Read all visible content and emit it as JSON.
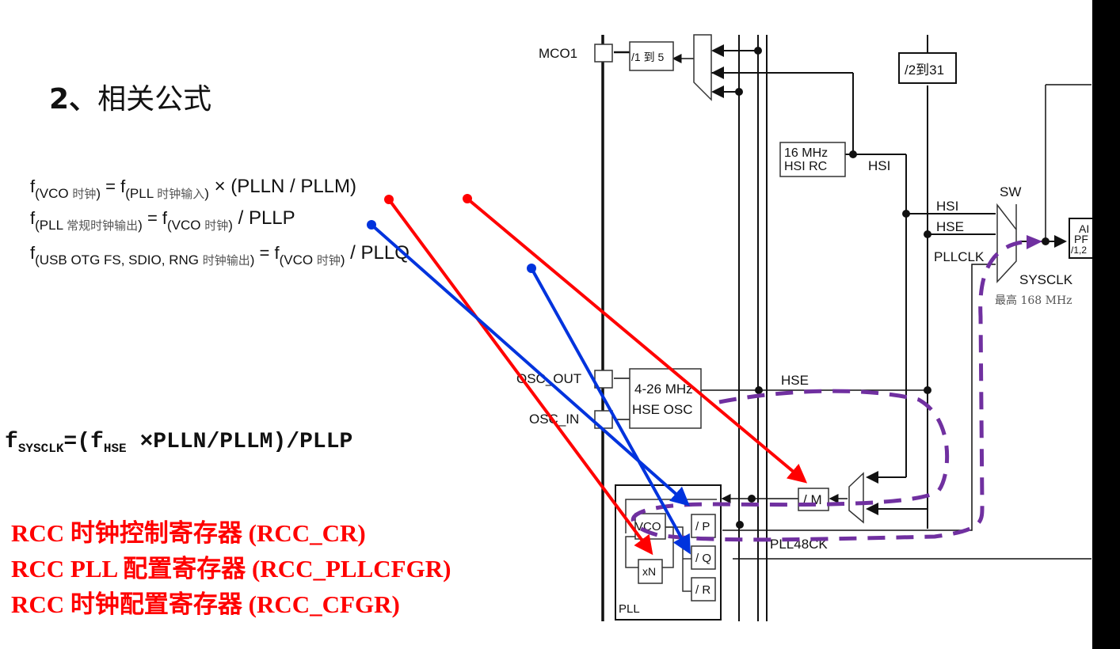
{
  "heading": {
    "number": "2、",
    "title": "相关公式"
  },
  "formulas": [
    {
      "f": "f",
      "sub_pre": "(VCO ",
      "sub_cn": "时钟",
      "sub_post": ")",
      "eq": " = f",
      "rhs_sub_pre": "(PLL ",
      "rhs_sub_cn": "时钟输入",
      "rhs_sub_post": ")",
      "tail": " × (PLLN / PLLM)"
    },
    {
      "f": "f",
      "sub_pre": "(PLL ",
      "sub_cn": "常规时钟输出",
      "sub_post": ")",
      "eq": " = f",
      "rhs_sub_pre": "(VCO ",
      "rhs_sub_cn": "时钟",
      "rhs_sub_post": ")",
      "tail": " / PLLP"
    },
    {
      "f": "f",
      "sub_pre": "(USB OTG FS, SDIO, RNG ",
      "sub_cn": "时钟输出",
      "sub_post": ")",
      "eq": " = f",
      "rhs_sub_pre": "(VCO ",
      "rhs_sub_cn": "时钟",
      "rhs_sub_post": ")",
      "tail": " / PLLQ"
    }
  ],
  "sysclk_formula": {
    "f": "f",
    "sub": "SYSCLK",
    "mid": "=(f",
    "sub2": "HSE",
    "tail": " ×PLLN/PLLM)/PLLP"
  },
  "registers": [
    "RCC 时钟控制寄存器 (RCC_CR)",
    "RCC PLL 配置寄存器 (RCC_PLLCFGR)",
    "RCC 时钟配置寄存器 (RCC_CFGR)"
  ],
  "diagram": {
    "mco1": "MCO1",
    "mco1_div": "/1 到 5",
    "rtc_div": "/2到31",
    "hsi_rc_line1": "16 MHz",
    "hsi_rc_line2": "HSI RC",
    "hsi_label": "HSI",
    "sw_label": "SW",
    "sw_in_hsi": "HSI",
    "sw_in_hse": "HSE",
    "sw_in_pllclk": "PLLCLK",
    "sysclk": "SYSCLK",
    "sysclk_max": "最高 168 MHz",
    "ahb_partial_1": "AI",
    "ahb_partial_2": "PF",
    "ahb_partial_3": "/1,2",
    "osc_out": "OSC_OUT",
    "osc_in": "OSC_IN",
    "hse_osc_line1": "4-26 MHz",
    "hse_osc_line2": "HSE OSC",
    "hse_label": "HSE",
    "div_m": "/ M",
    "vco": "VCO",
    "div_p": "/ P",
    "div_q": "/ Q",
    "div_r": "/ R",
    "xn": "xN",
    "pll": "PLL",
    "pll48ck": "PLL48CK"
  },
  "colors": {
    "annotation_red": "#ff0000",
    "annotation_blue": "#0033dd",
    "path_purple": "#7030a0",
    "register_text": "#ff0000"
  }
}
